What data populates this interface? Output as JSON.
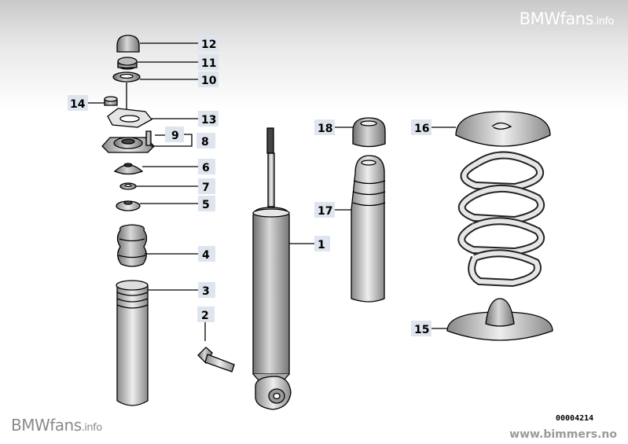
{
  "watermark_top": {
    "brand": "BMWfans",
    "suffix": ".info"
  },
  "watermark_bottom": {
    "brand": "BMWfans",
    "suffix": ".info"
  },
  "site_url": "www.bimmers.no",
  "diagram_code": "00004214",
  "labels": {
    "p1": "1",
    "p2": "2",
    "p3": "3",
    "p4": "4",
    "p5": "5",
    "p6": "6",
    "p7": "7",
    "p8": "8",
    "p9": "9",
    "p10": "10",
    "p11": "11",
    "p12": "12",
    "p13": "13",
    "p14": "14",
    "p15": "15",
    "p16": "16",
    "p17": "17",
    "p18": "18"
  }
}
